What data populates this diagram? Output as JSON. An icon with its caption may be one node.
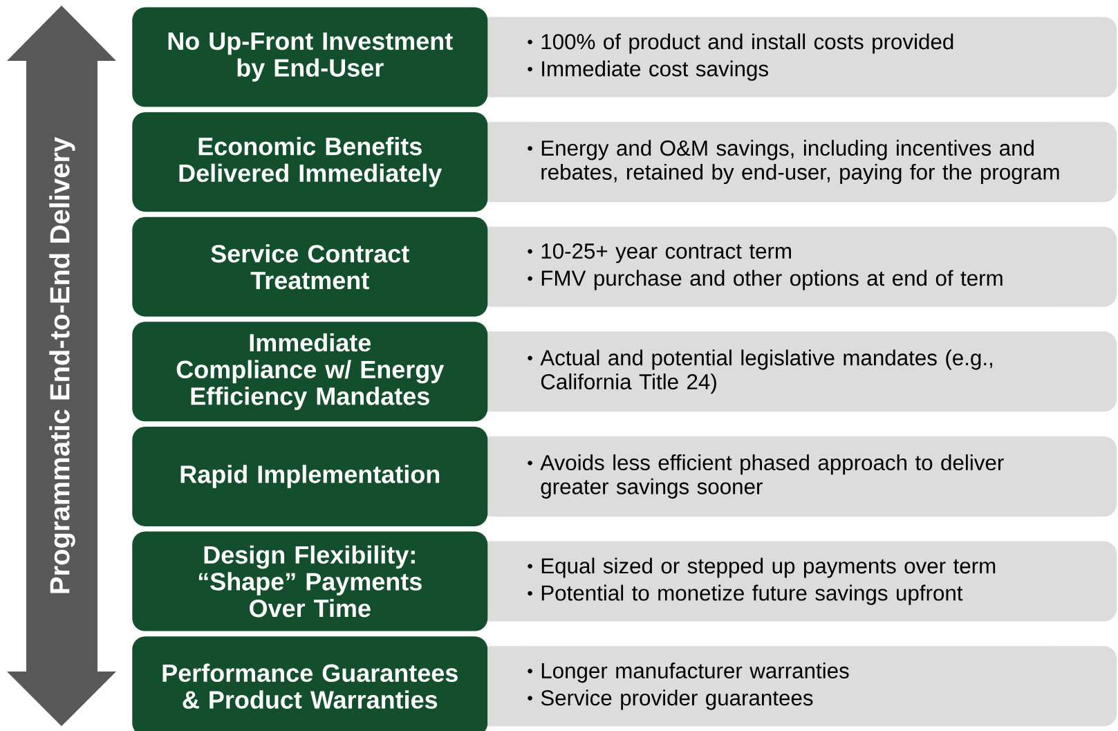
{
  "diagram": {
    "nodes": [
      {
        "text": [
          "Programmatic End-to-End Delivery"
        ]
      },
      {
        "text": [
          "No Up-Front Investment by End-User"
        ]
      },
      {
        "text": [
          "100% of product and install costs provided",
          "Immediate cost savings"
        ]
      },
      {
        "text": [
          "Economic Benefits Delivered Immediately"
        ]
      },
      {
        "text": [
          "Energy and O&M savings, including incentives and rebates, retained by end-user, paying for the program"
        ]
      },
      {
        "text": [
          "Service Contract Treatment"
        ]
      },
      {
        "text": [
          "10-25+ year contract term",
          "FMV purchase and other options at end of term"
        ]
      },
      {
        "text": [
          "Immediate Compliance w/ Energy Efficiency Mandates"
        ]
      },
      {
        "text": [
          "Actual and potential legislative mandates (e.g., California Title 24)"
        ]
      },
      {
        "text": [
          "Rapid Implementation"
        ]
      },
      {
        "text": [
          "Avoids less efficient phased approach to deliver greater savings sooner"
        ]
      },
      {
        "text": [
          "Design Flexibility: “Shape” Payments Over Time"
        ]
      },
      {
        "text": [
          "Equal sized or stepped up payments over term",
          "Potential to monetize future savings upfront"
        ]
      },
      {
        "text": [
          "Performance Guarantees & Product Warranties"
        ]
      },
      {
        "text": [
          "Longer manufacturer warranties",
          "Service provider guarantees"
        ]
      }
    ]
  }
}
